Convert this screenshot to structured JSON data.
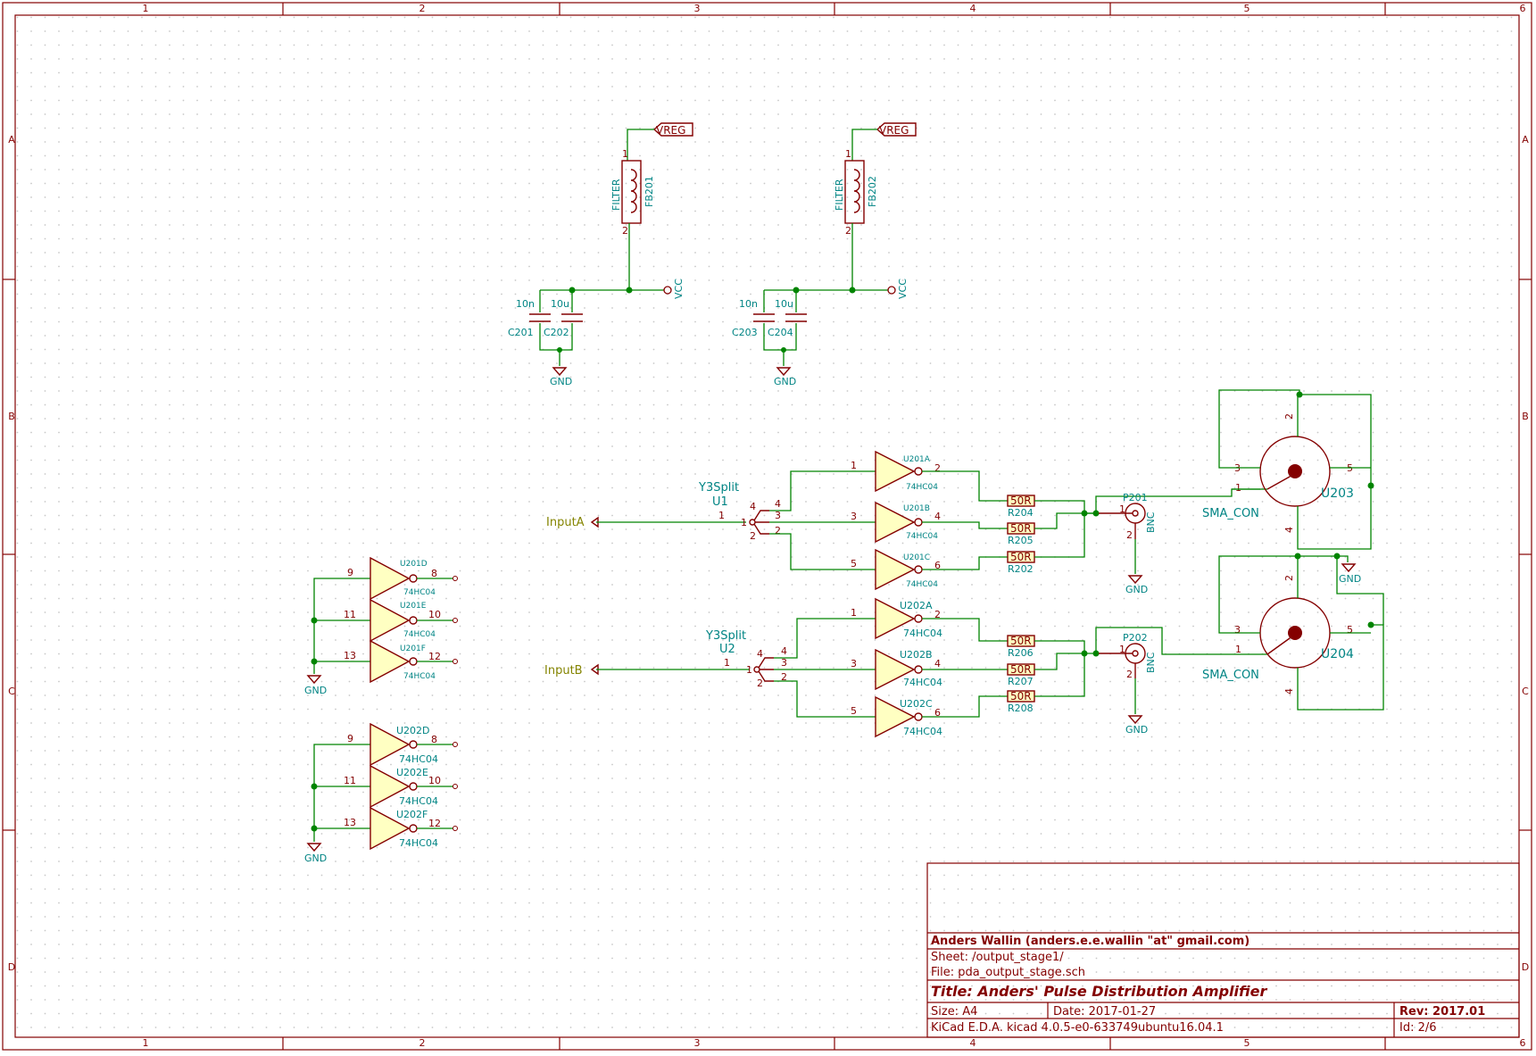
{
  "frame": {
    "columns": [
      "1",
      "2",
      "3",
      "4",
      "5",
      "6"
    ],
    "rows": [
      "A",
      "B",
      "C",
      "D"
    ]
  },
  "colors": {
    "frame": "#840000",
    "wire": "#008400",
    "reference": "#008484",
    "net_label": "#848400",
    "grid": "#c8c8c8"
  },
  "power_filters": [
    {
      "vreg": "VREG",
      "fb_ref": "FB201",
      "fb_val": "FILTER",
      "cap_a_val": "10n",
      "cap_a_ref": "C201",
      "cap_b_val": "10u",
      "cap_b_ref": "C202",
      "vcc": "VCC",
      "gnd": "GND",
      "pin1": "1",
      "pin2": "2"
    },
    {
      "vreg": "VREG",
      "fb_ref": "FB202",
      "fb_val": "FILTER",
      "cap_a_val": "10n",
      "cap_a_ref": "C203",
      "cap_b_val": "10u",
      "cap_b_ref": "C204",
      "vcc": "VCC",
      "gnd": "GND",
      "pin1": "1",
      "pin2": "2"
    }
  ],
  "channels": [
    {
      "input": "InputA",
      "splitter": {
        "name": "Y3Split",
        "ref": "U1",
        "pins": {
          "in": "1",
          "a": "4",
          "b": "3",
          "c": "2",
          "center": "1"
        }
      },
      "inverters": [
        {
          "ref": "U201A",
          "val": "74HC04",
          "in_pin": "1",
          "out_pin": "2"
        },
        {
          "ref": "U201B",
          "val": "74HC04",
          "in_pin": "3",
          "out_pin": "4"
        },
        {
          "ref": "U201C",
          "val": "74HC04",
          "in_pin": "5",
          "out_pin": "6"
        }
      ],
      "resistors": [
        {
          "val": "50R",
          "ref": "R204"
        },
        {
          "val": "50R",
          "ref": "R205"
        },
        {
          "val": "50R",
          "ref": "R202"
        }
      ],
      "bnc": {
        "ref": "P201",
        "val": "BNC",
        "pin1": "1",
        "pin2": "2",
        "gnd": "GND"
      },
      "sma": {
        "ref": "U203",
        "val": "SMA_CON",
        "pins": {
          "p1": "1",
          "p2": "2",
          "p3": "3",
          "p4": "4",
          "p5": "5"
        }
      }
    },
    {
      "input": "InputB",
      "splitter": {
        "name": "Y3Split",
        "ref": "U2",
        "pins": {
          "in": "1",
          "a": "4",
          "b": "3",
          "c": "2",
          "center": "1"
        }
      },
      "inverters": [
        {
          "ref": "U202A",
          "val": "74HC04",
          "in_pin": "1",
          "out_pin": "2"
        },
        {
          "ref": "U202B",
          "val": "74HC04",
          "in_pin": "3",
          "out_pin": "4"
        },
        {
          "ref": "U202C",
          "val": "74HC04",
          "in_pin": "5",
          "out_pin": "6"
        }
      ],
      "resistors": [
        {
          "val": "50R",
          "ref": "R206"
        },
        {
          "val": "50R",
          "ref": "R207"
        },
        {
          "val": "50R",
          "ref": "R208"
        }
      ],
      "bnc": {
        "ref": "P202",
        "val": "BNC",
        "pin1": "1",
        "pin2": "2",
        "gnd": "GND"
      },
      "sma": {
        "ref": "U204",
        "val": "SMA_CON",
        "pins": {
          "p1": "1",
          "p2": "2",
          "p3": "3",
          "p4": "4",
          "p5": "5"
        }
      }
    }
  ],
  "sma_gnd": "GND",
  "unused_gates": [
    {
      "gnd": "GND",
      "gates": [
        {
          "ref": "U201D",
          "val": "74HC04",
          "in_pin": "9",
          "out_pin": "8"
        },
        {
          "ref": "U201E",
          "val": "74HC04",
          "in_pin": "11",
          "out_pin": "10"
        },
        {
          "ref": "U201F",
          "val": "74HC04",
          "in_pin": "13",
          "out_pin": "12"
        }
      ]
    },
    {
      "gnd": "GND",
      "gates": [
        {
          "ref": "U202D",
          "val": "74HC04",
          "in_pin": "9",
          "out_pin": "8"
        },
        {
          "ref": "U202E",
          "val": "74HC04",
          "in_pin": "11",
          "out_pin": "10"
        },
        {
          "ref": "U202F",
          "val": "74HC04",
          "in_pin": "13",
          "out_pin": "12"
        }
      ]
    }
  ],
  "title_block": {
    "author": "Anders Wallin (anders.e.e.wallin \"at\" gmail.com)",
    "sheet": "Sheet: /output_stage1/",
    "file": "File: pda_output_stage.sch",
    "title": "Title: Anders' Pulse Distribution Amplifier",
    "size": "Size: A4",
    "date": "Date: 2017-01-27",
    "rev": "Rev: 2017.01",
    "tool": "KiCad E.D.A.  kicad 4.0.5-e0-633749ubuntu16.04.1",
    "id": "Id: 2/6"
  }
}
